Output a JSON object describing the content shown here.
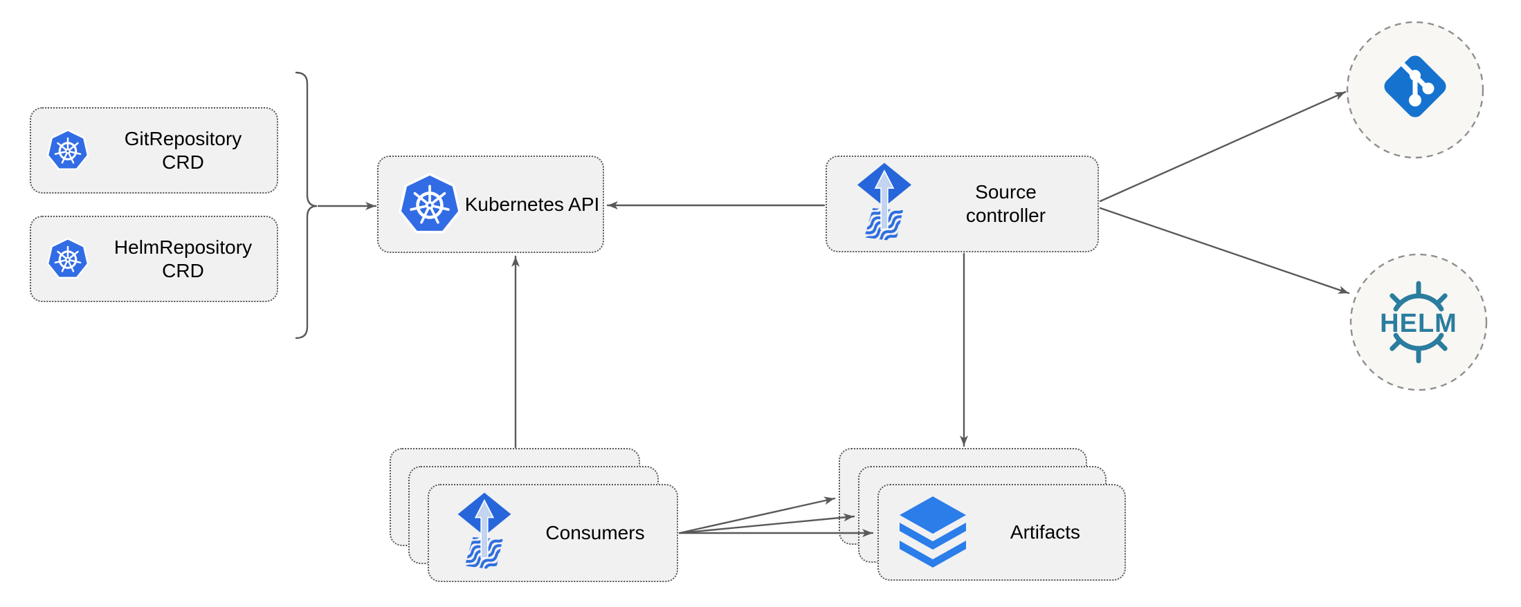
{
  "diagram": {
    "description": "Flux source-controller architecture diagram",
    "nodes": {
      "git_repository_crd": {
        "label": "GitRepository\nCRD",
        "icon": "kubernetes-icon"
      },
      "helm_repository_crd": {
        "label": "HelmRepository\nCRD",
        "icon": "kubernetes-icon"
      },
      "kubernetes_api": {
        "label": "Kubernetes API",
        "icon": "kubernetes-icon"
      },
      "source_controller": {
        "label": "Source\ncontroller",
        "icon": "flux-icon"
      },
      "consumers": {
        "label": "Consumers",
        "icon": "flux-icon",
        "stacked": 3
      },
      "artifacts": {
        "label": "Artifacts",
        "icon": "layers-icon",
        "stacked": 3
      },
      "git_remote": {
        "label": "",
        "icon": "git-icon"
      },
      "helm_repository_remote": {
        "label": "HELM",
        "icon": "helm-icon"
      }
    },
    "edges": [
      {
        "from": "git_repository_crd / helm_repository_crd",
        "to": "kubernetes_api",
        "style": "curly-brace-then-arrow"
      },
      {
        "from": "source_controller",
        "to": "kubernetes_api"
      },
      {
        "from": "consumers",
        "to": "kubernetes_api"
      },
      {
        "from": "source_controller",
        "to": "artifacts"
      },
      {
        "from": "source_controller",
        "to": "git_remote"
      },
      {
        "from": "source_controller",
        "to": "helm_repository_remote"
      },
      {
        "from": "consumers",
        "to": "artifacts",
        "count": 3
      }
    ],
    "colors": {
      "background": "#ffffff",
      "node_fill": "#f1f1f2",
      "node_border": "#565656",
      "circle_fill": "#f9f7f3",
      "circle_border": "#8f8f8f",
      "arrow": "#595959",
      "kubernetes_blue": "#326CE5",
      "flux_blue": "#2766DA",
      "flux_arrow_light": "#C3D4F0",
      "git_blue": "#1573CF",
      "helm_teal": "#2A7D9E",
      "layers_blue": "#2B7DE9",
      "text": "#000000"
    }
  }
}
